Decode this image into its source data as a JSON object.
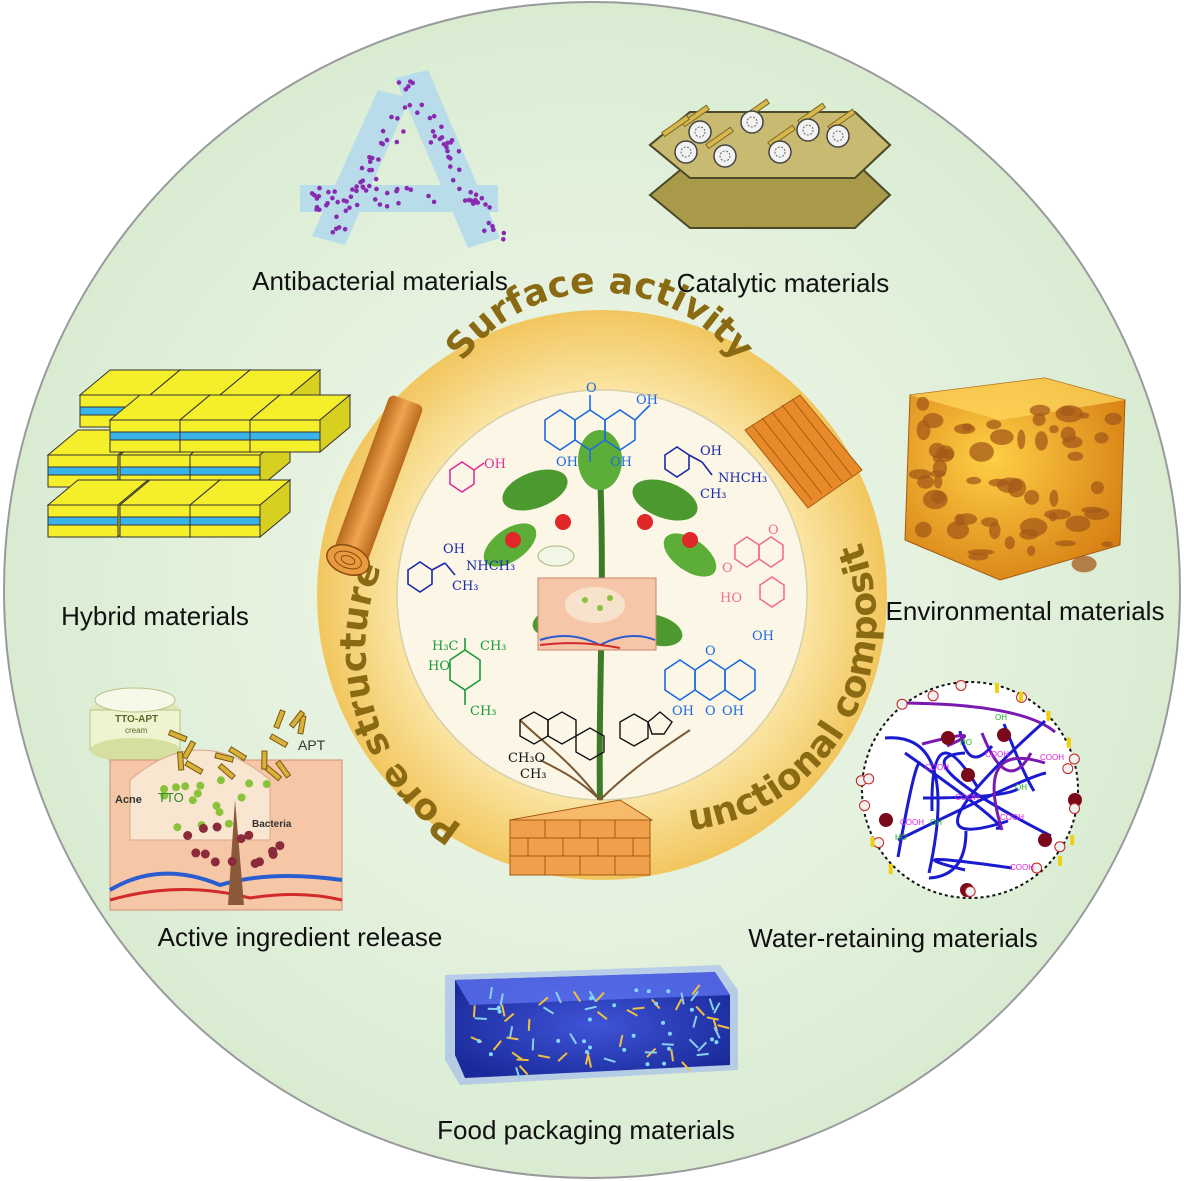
{
  "ring_labels": {
    "top": "Surface activity",
    "left": "Pore structure",
    "right": "Functional composite"
  },
  "applications": {
    "antibacterial": "Antibacterial materials",
    "catalytic": "Catalytic materials",
    "hybrid": "Hybrid materials",
    "environmental": "Environmental materials",
    "active_release": "Active ingredient release",
    "water_retaining": "Water-retaining materials",
    "food_packaging": "Food packaging materials"
  },
  "inset_text": {
    "cream_label": "TTO-APT",
    "cream_sub": "cream",
    "apt": "APT",
    "acne": "Acne",
    "tto": "TTO",
    "bacteria": "Bacteria"
  },
  "network_labels": {
    "cooh": "COOH",
    "oh": "OH",
    "ho": "HO"
  },
  "chem_labels": {
    "oh": "OH",
    "o": "O",
    "nhch3": "NHCH₃",
    "ch3": "CH₃",
    "h3c": "H₃C",
    "ho": "HO",
    "och3": "CH₃O",
    "o_ring": "O"
  },
  "colors": {
    "background_disc": "#e4f2dc",
    "outer_ring": "#f7d98a",
    "inner_disc": "#fbf6e6",
    "ring_text": "#8a6a12"
  }
}
